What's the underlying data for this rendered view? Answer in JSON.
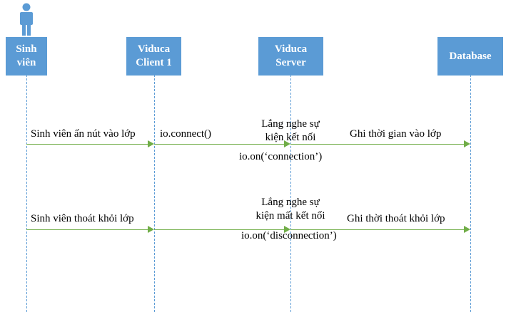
{
  "colors": {
    "box": "#5b9bd5",
    "arrow": "#70ad47",
    "lifeline": "#5b9bd5"
  },
  "actor_icon": "person-icon",
  "participants": [
    {
      "label": "Sinh\nviên"
    },
    {
      "label": "Viduca\nClient 1"
    },
    {
      "label": "Viduca\nServer"
    },
    {
      "label": "Database"
    }
  ],
  "connect_flow": {
    "student_action": "Sinh viên ấn nút vào lớp",
    "client_call": "io.connect()",
    "server_listen": "Lắng nghe sự\nkiện kết nối",
    "server_handler": "io.on(‘connection’)",
    "db_action": "Ghi thời gian vào lớp"
  },
  "disconnect_flow": {
    "student_action": "Sinh viên thoát khỏi lớp",
    "server_listen": "Lắng nghe sự\nkiện mất kết nối",
    "server_handler": "io.on(‘disconnection’)",
    "db_action": "Ghi thời thoát khỏi lớp"
  }
}
